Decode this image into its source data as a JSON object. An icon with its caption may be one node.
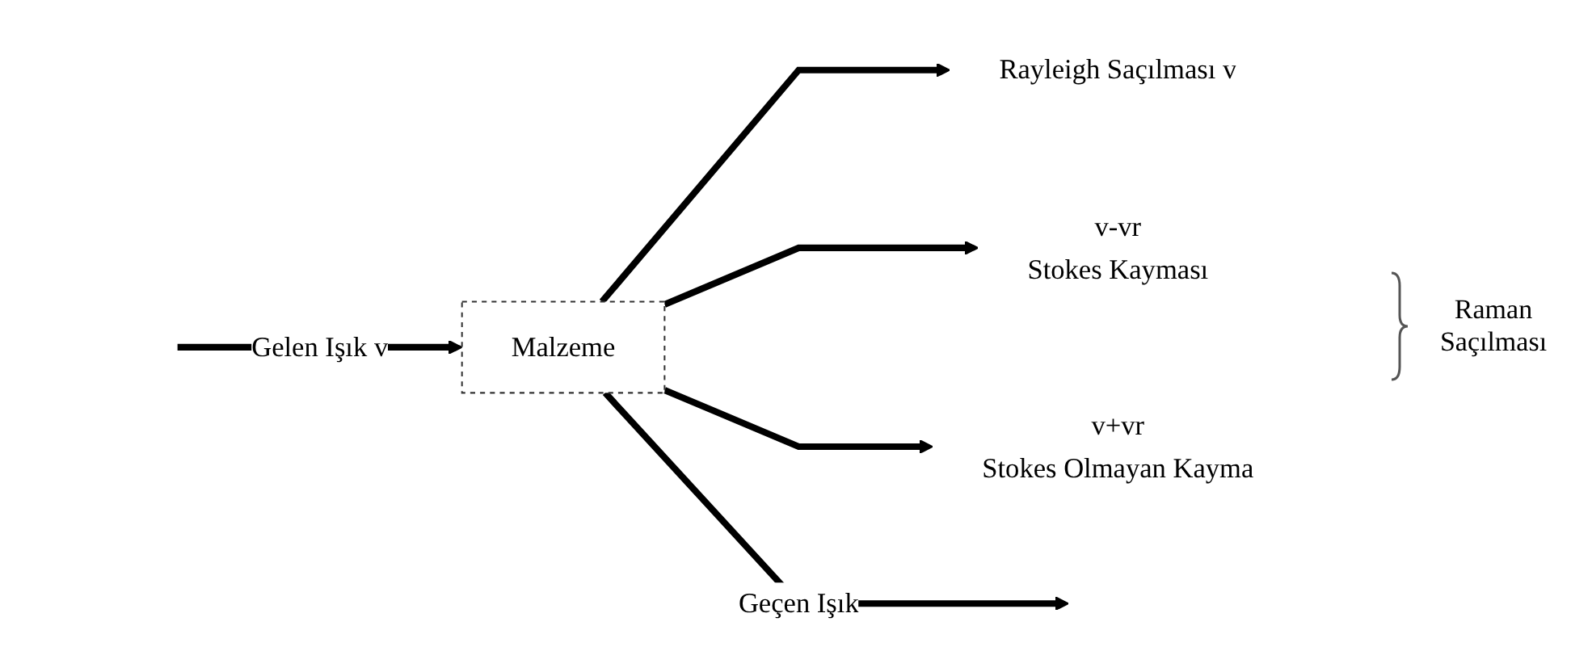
{
  "diagram": {
    "nodes": [
      {
        "text": [
          "Malzeme"
        ]
      },
      {
        "text": [
          "Rayleigh Saçılması v"
        ]
      },
      {
        "text": [
          "v-vr",
          "Stokes Kayması"
        ]
      },
      {
        "text": [
          "v+vr",
          "Stokes Olmayan Kayma"
        ]
      }
    ],
    "edges": [
      {
        "from": null,
        "to": 0,
        "arrow": "to",
        "label": "Gelen Işık v"
      },
      {
        "from": 0,
        "to": 1,
        "arrow": "to"
      },
      {
        "from": 0,
        "to": 2,
        "arrow": "to"
      },
      {
        "from": 0,
        "to": 3,
        "arrow": "to"
      },
      {
        "from": 0,
        "to": null,
        "arrow": "to",
        "label": "Geçen Işık"
      }
    ],
    "labels": [
      "Raman Saçılması"
    ]
  }
}
